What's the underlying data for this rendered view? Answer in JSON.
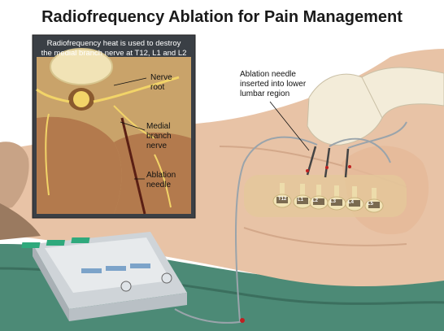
{
  "title": "Radiofrequency Ablation for Pain Management",
  "inset": {
    "caption_line1": "Radiofrequency heat is used to destroy",
    "caption_line2": "the medial branch nerve at T12, L1 and L2",
    "labels": {
      "nerve_root_line1": "Nerve",
      "nerve_root_line2": "root",
      "medial_branch_line1": "Medial",
      "medial_branch_line2": "branch",
      "medial_branch_line3": "nerve",
      "ablation_needle_line1": "Ablation",
      "ablation_needle_line2": "needle"
    }
  },
  "annotation": {
    "line1": "Ablation needle",
    "line2": "inserted into lower",
    "line3": "lumbar region"
  },
  "vertebrae": [
    "T12",
    "L1",
    "L2",
    "L3",
    "L4",
    "L5"
  ],
  "colors": {
    "skin": "#e8c3a6",
    "inset_bg": "#3a3f45",
    "bone": "#f1e3b6",
    "nerve": "#f2d468",
    "sheet": "#4c8a76",
    "device": "#d9dde0"
  }
}
